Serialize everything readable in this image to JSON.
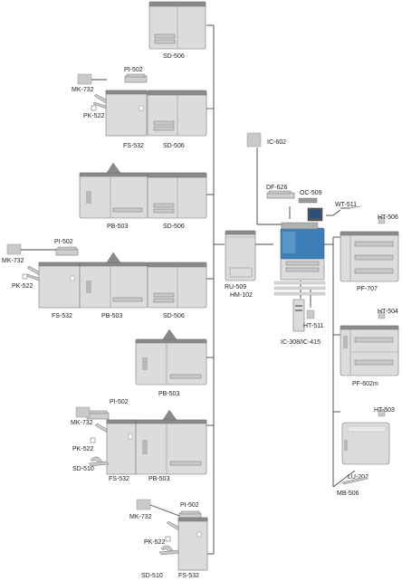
{
  "labels": {
    "sd506_top": "SD-506",
    "pi502_a": "PI-502",
    "mk732_a": "MK-732",
    "pk522_a": "PK-522",
    "fs532_a": "FS-532",
    "sd506_b": "SD-506",
    "pb503_a": "PB-503",
    "sd506_c": "SD-506",
    "pi502_b": "PI-502",
    "mk732_b": "MK-732",
    "pk522_b": "PK-522",
    "fs532_b": "FS-532",
    "pb503_b": "PB-503",
    "sd506_d": "SD-506",
    "pb503_c": "PB-503",
    "pi502_c": "PI-502",
    "mk732_c": "MK-732",
    "pk522_c": "PK-522",
    "sd510_a": "SD-510",
    "fs532_c": "FS-532",
    "pb503_d": "PB-503",
    "pi502_d": "PI-502",
    "mk732_d": "MK-732",
    "pk522_d": "PK-522",
    "sd510_b": "SD-510",
    "fs532_d": "FS-532",
    "ic602": "IC-602",
    "df626": "DF-626",
    "oc509": "OC-509",
    "wt511": "WT-511",
    "ru509": "RU-509",
    "hm102": "HM-102",
    "ht511": "HT-511",
    "ic308": "IC-308/IC-415",
    "ht506": "HT-506",
    "pf707": "PF-707",
    "ht504": "HT-504",
    "pf602m": "PF-602m",
    "ht503": "HT-503",
    "lu202": "LU-202",
    "mb506": "MB-506"
  }
}
